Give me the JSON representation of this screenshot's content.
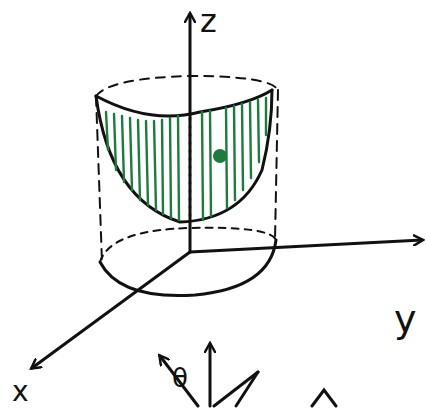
{
  "diagram": {
    "labels": [
      "z",
      "y",
      "x",
      "θ"
    ]
  }
}
